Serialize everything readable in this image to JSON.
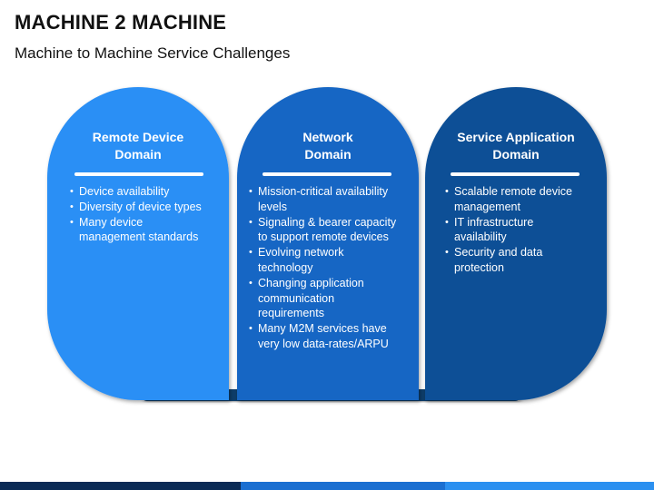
{
  "title": "MACHINE 2 MACHINE",
  "subtitle": "Machine to Machine Service Challenges",
  "colors": {
    "domain_1": "#2b8ff5",
    "domain_2": "#1466c4",
    "domain_3": "#0b4f96",
    "base_bar": "#103e6b",
    "strip_dark": "#0b2b56",
    "strip_mid": "#1b6fd1",
    "strip_light": "#2b90f0"
  },
  "domains": [
    {
      "heading_line1": "Remote Device",
      "heading_line2": "Domain",
      "items": [
        "Device availability",
        "Diversity of device types",
        "Many device management standards"
      ]
    },
    {
      "heading_line1": "Network",
      "heading_line2": "Domain",
      "items": [
        "Mission-critical availability levels",
        "Signaling & bearer capacity to support remote devices",
        "Evolving network technology",
        "Changing application communication requirements",
        "Many M2M services have very low data-rates/ARPU"
      ]
    },
    {
      "heading_line1": "Service Application",
      "heading_line2": "Domain",
      "items": [
        "Scalable remote device management",
        "IT infrastructure availability",
        "Security and data protection"
      ]
    }
  ]
}
